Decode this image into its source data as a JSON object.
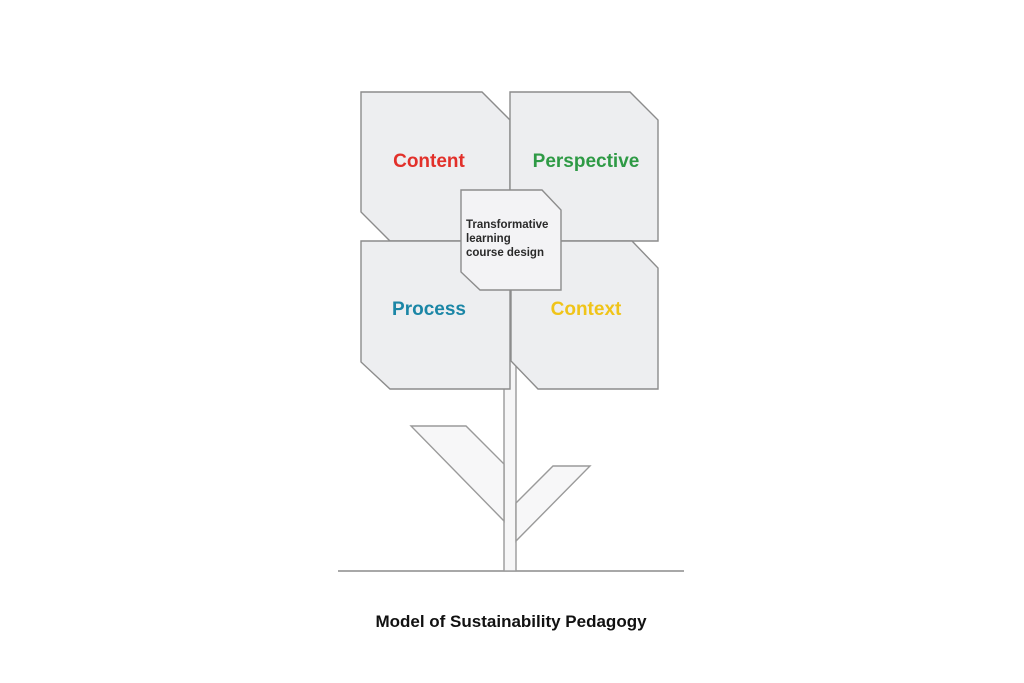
{
  "title": "Model of Sustainability Pedagogy",
  "center": {
    "lines": [
      "Transformative",
      "learning",
      "course design"
    ],
    "color": "#2a2a2a"
  },
  "petals": [
    {
      "id": "content",
      "label": "Content",
      "color": "#e2302a",
      "position": "top-left"
    },
    {
      "id": "perspective",
      "label": "Perspective",
      "color": "#2e9a45",
      "position": "top-right"
    },
    {
      "id": "process",
      "label": "Process",
      "color": "#1b86a6",
      "position": "bottom-left"
    },
    {
      "id": "context",
      "label": "Context",
      "color": "#f0c419",
      "position": "bottom-right"
    }
  ],
  "plant": {
    "leaves": [
      "left",
      "right"
    ],
    "has_stem": true,
    "has_ground": true
  }
}
